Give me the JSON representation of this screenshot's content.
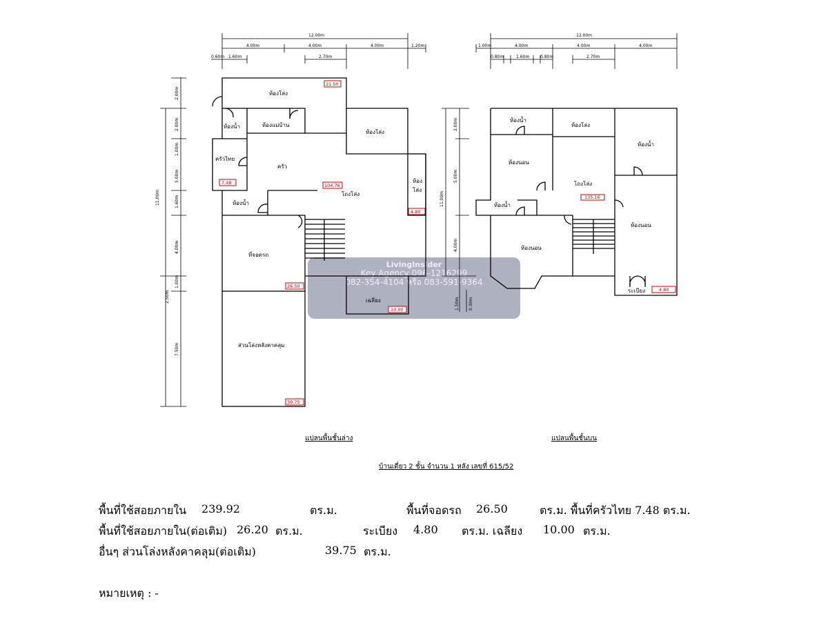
{
  "ground": {
    "rooms": {
      "storage_top": "ห้องโล่ง",
      "bath1": "ห้องน้ำ",
      "maid": "ห้องแม่บ้าน",
      "storage_right": "ห้องโล่ง",
      "thai_kitchen": "ครัวไทย",
      "kitchen": "ครัว",
      "hall": "โถงโล่ง",
      "storage_side_1": "ห้อง",
      "storage_side_2": "โล่ง",
      "bath2": "ห้องน้ำ",
      "parking": "ที่จอดรถ",
      "terrace": "เฉลียง",
      "covered_yard": "ส่วนโล่งหลังคาคลุม"
    },
    "areas": {
      "storage_top": "21.50",
      "thai_kitchen": "7.48",
      "hall": "104.76",
      "storage_side": "4.80",
      "parking": "26.50",
      "terrace": "10.00",
      "covered_yard": "39.75"
    },
    "dims": {
      "total": "12.00m",
      "a": "4.00m",
      "b": "4.00m",
      "c": "4.00m",
      "d": "1.20m",
      "e": "0.60m",
      "f": "1.60m",
      "g": "2.70m",
      "v1": "2.00m",
      "v2": "2.00m",
      "v3": "1.00m",
      "v4": "5.00m",
      "v5": "1.60m",
      "v6": "4.00m",
      "v7": "1.00m",
      "v8": "2.50m",
      "v9": "7.50m",
      "vt": "11.00m"
    },
    "caption": "แปลนพื้นชั้นล่าง"
  },
  "upper": {
    "rooms": {
      "bath_a": "ห้องน้ำ",
      "storage": "ห้องโล่ง",
      "bath_b": "ห้องน้ำ",
      "bed1": "ห้องนอน",
      "hall": "โถงโล่ง",
      "bath_c": "ห้องน้ำ",
      "bed2": "ห้องนอน",
      "bed3": "ห้องนอน",
      "balcony": "ระเบียง"
    },
    "areas": {
      "hall": "135.16",
      "balcony": "4.80"
    },
    "dims": {
      "total": "12.00m",
      "a": "1.00m",
      "b": "4.00m",
      "c": "4.00m",
      "d": "4.00m",
      "e": "0.80m",
      "f": "1.60m",
      "g": "0.80m",
      "h": "2.70m",
      "v1": "2.00m",
      "v2": "5.00m",
      "v3": "4.00m",
      "v4": "1.50m",
      "v5": "0.30m",
      "vt": "11.00m"
    },
    "caption": "แปลนพื้นชั้นบน"
  },
  "title": "บ้านเดี่ยว 2 ชั้น จำนวน 1 หลัง เลขที่ 615/52",
  "summary": {
    "r1": {
      "l1": "พื้นที่ใช้สอยภายใน",
      "v1": "239.92",
      "u1": "ตร.ม.",
      "l2": "พื้นที่จอดรถ",
      "v2": "26.50",
      "u2": "ตร.ม. พื้นที่ครัวไทย 7.48 ตร.ม."
    },
    "r2": {
      "l1": "พื้นที่ใช้สอยภายใน(ต่อเติม)",
      "v1": "26.20",
      "u1": "ตร.ม.",
      "l2": "ระเบียง",
      "v2": "4.80",
      "u2": "ตร.ม. เฉลียง",
      "v3": "10.00",
      "u3": "ตร.ม."
    },
    "r3": {
      "l1": "อื่นๆ  ส่วนโล่งหลังคาคลุม(ต่อเติม)",
      "v1": "39.75",
      "u1": "ตร.ม."
    },
    "note": "หมายเหตุ : -"
  },
  "watermark": {
    "brand": "LivingInsider",
    "line1": "Key Agency 096-1216299",
    "line2": "082-354-4104 หรือ 083-591-9364"
  },
  "colors": {
    "highlight": "#ffff99",
    "area_label": "#cc0000"
  }
}
